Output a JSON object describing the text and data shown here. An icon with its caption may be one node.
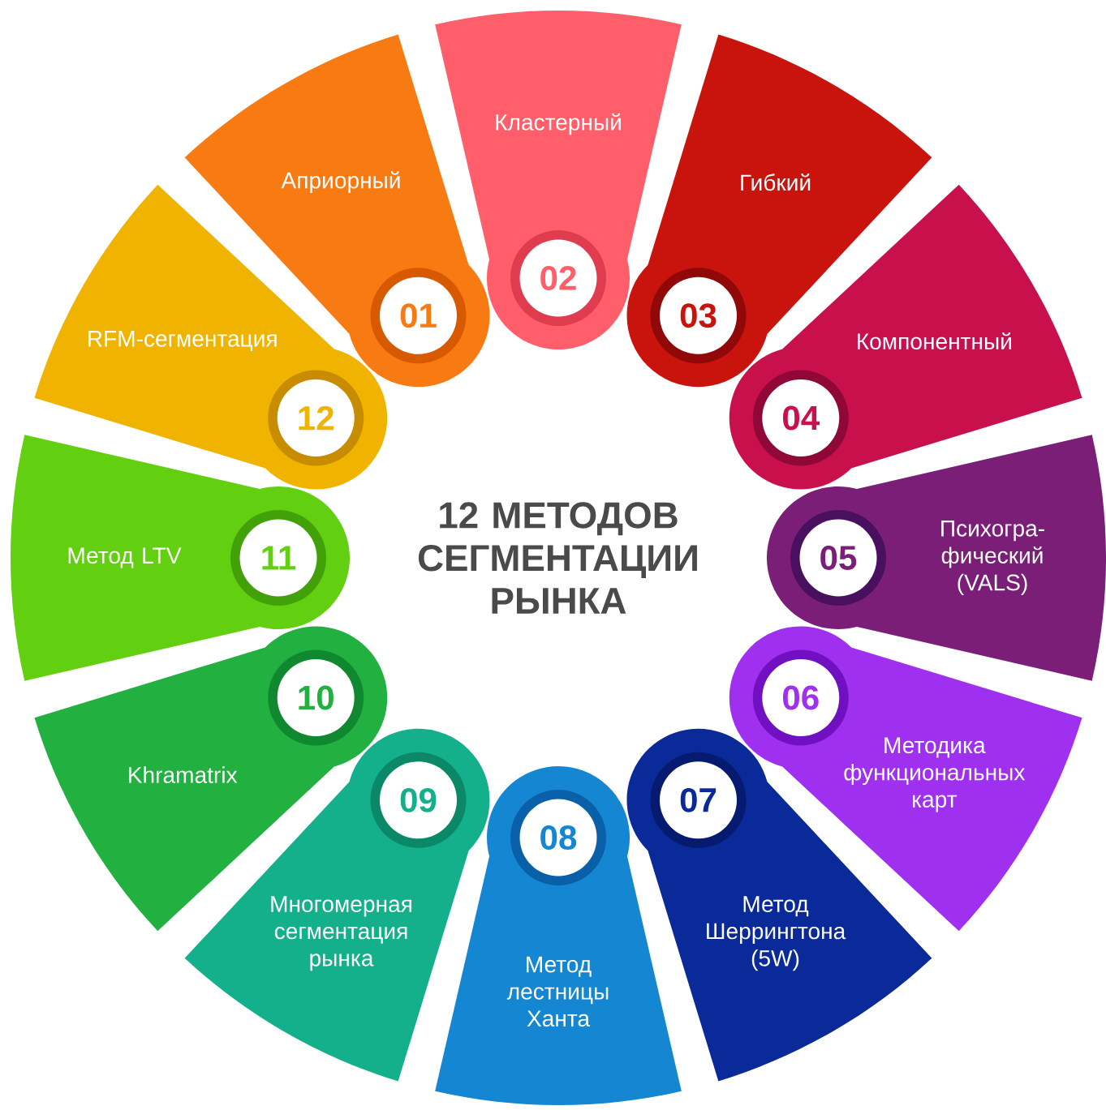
{
  "diagram": {
    "title": "12 МЕТОДОВ СЕГМЕНТАЦИИ РЫНКА",
    "nodes": [
      {
        "text": [
          "Априорный"
        ]
      },
      {
        "text": [
          "01"
        ],
        "in": 0
      },
      {
        "text": [
          "Кластерный"
        ]
      },
      {
        "text": [
          "02"
        ],
        "in": 2
      },
      {
        "text": [
          "Гибкий"
        ]
      },
      {
        "text": [
          "03"
        ],
        "in": 4
      },
      {
        "text": [
          "Компонентный"
        ]
      },
      {
        "text": [
          "04"
        ],
        "in": 6
      },
      {
        "text": [
          "Психогра-фический (VALS)"
        ]
      },
      {
        "text": [
          "05"
        ],
        "in": 8
      },
      {
        "text": [
          "Методика функциональных карт"
        ]
      },
      {
        "text": [
          "06"
        ],
        "in": 10
      },
      {
        "text": [
          "Метод Шеррингтона (5W)"
        ]
      },
      {
        "text": [
          "07"
        ],
        "in": 12
      },
      {
        "text": [
          "Метод лестницы Ханта"
        ]
      },
      {
        "text": [
          "08"
        ],
        "in": 14
      },
      {
        "text": [
          "Многомерная сегментация рынка"
        ]
      },
      {
        "text": [
          "09"
        ],
        "in": 16
      },
      {
        "text": [
          "Khramatrix"
        ]
      },
      {
        "text": [
          "10"
        ],
        "in": 18
      },
      {
        "text": [
          "Метод LTV"
        ]
      },
      {
        "text": [
          "11"
        ],
        "in": 20
      },
      {
        "text": [
          "RFM-сегментация"
        ]
      },
      {
        "text": [
          "12"
        ],
        "in": 22
      }
    ]
  }
}
